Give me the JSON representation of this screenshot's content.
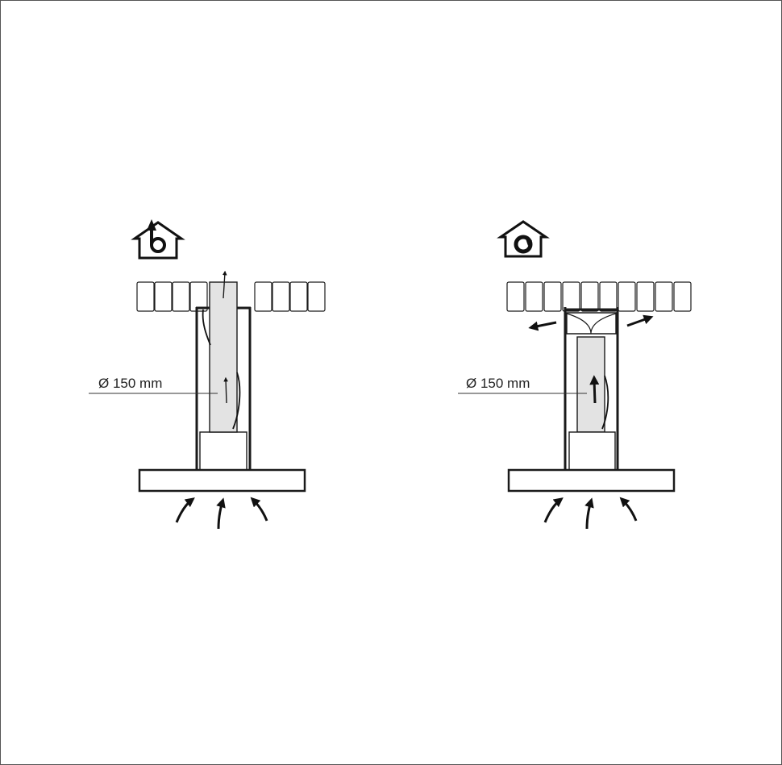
{
  "diagram": {
    "panels": [
      {
        "id": "ducted",
        "mode_icon": "ducted-extraction-icon",
        "duct_label": "Ø 150 mm"
      },
      {
        "id": "recirculating",
        "mode_icon": "recirculation-icon",
        "duct_label": "Ø 150 mm"
      }
    ]
  }
}
